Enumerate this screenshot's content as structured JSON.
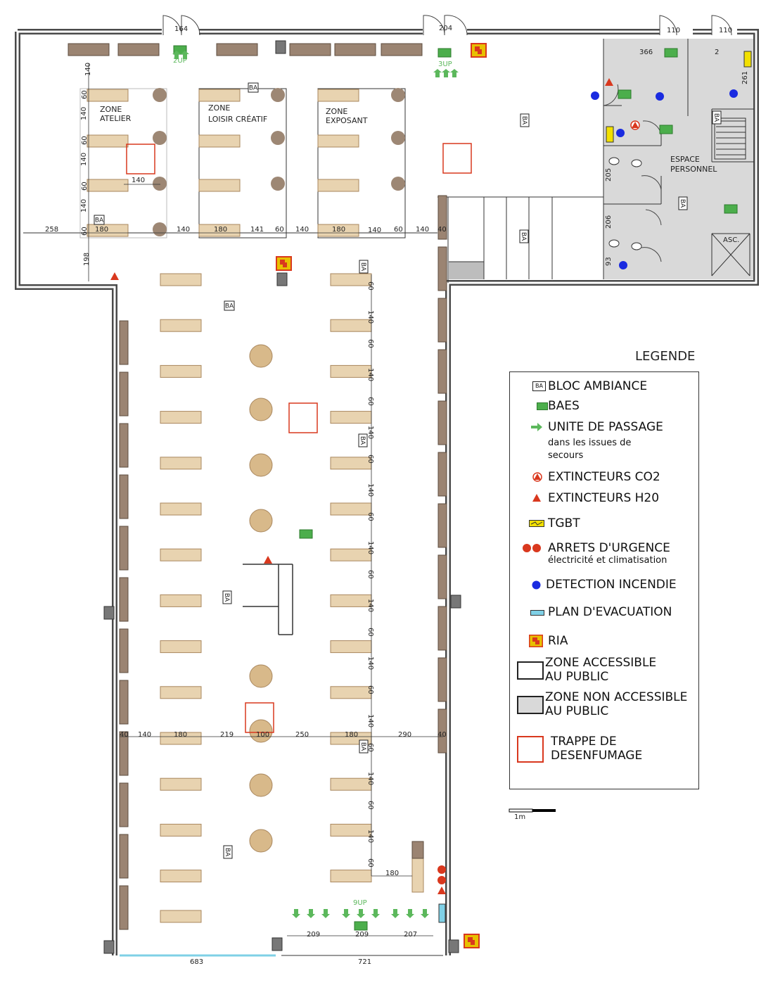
{
  "zones": {
    "atelier": [
      "ZONE",
      "ATELIER"
    ],
    "loisir": [
      "ZONE",
      "LOISIR CRÉATIF"
    ],
    "exposant": [
      "ZONE",
      "EXPOSANT"
    ],
    "personnel": [
      "ESPACE",
      "PERSONNEL"
    ],
    "asc": "ASC."
  },
  "up": {
    "top_left": "2UP",
    "top_right": "3UP",
    "bottom": "9UP"
  },
  "ba": "BA",
  "dims": {
    "door_left": "164",
    "door_mid": "204",
    "door_r1": "110",
    "door_r2": "110",
    "d366": "366",
    "d2": "2",
    "d261": "261",
    "d205": "205",
    "d206": "206",
    "d93": "93",
    "top_row": [
      "258",
      "180",
      "140",
      "180",
      "141",
      "60",
      "140",
      "180",
      "140",
      "60",
      "140",
      "40"
    ],
    "atelier_v": [
      "140",
      "140",
      "140",
      "140",
      "198"
    ],
    "atelier_60": [
      "60",
      "60",
      "60",
      "60"
    ],
    "atelier_140": "140",
    "hall_v": [
      "60",
      "140",
      "60",
      "140",
      "60",
      "140",
      "60",
      "140",
      "60",
      "140",
      "60",
      "140",
      "60",
      "140",
      "60",
      "140",
      "60",
      "140",
      "60",
      "140",
      "60"
    ],
    "mid_row": [
      "40",
      "140",
      "180",
      "219",
      "100",
      "250",
      "180",
      "290",
      "40"
    ],
    "d180b": "180",
    "bottom_doors": [
      "209",
      "209",
      "207"
    ],
    "bottom_width": [
      "683",
      "721"
    ]
  },
  "scale": "1m",
  "legend": {
    "title": "LEGENDE",
    "items": [
      {
        "label": "BLOC AMBIANCE",
        "sub": ""
      },
      {
        "label": "BAES",
        "sub": ""
      },
      {
        "label": "UNITE DE PASSAGE",
        "sub": "dans les issues de secours"
      },
      {
        "label": "EXTINCTEURS CO2",
        "sub": ""
      },
      {
        "label": "EXTINCTEURS H20",
        "sub": ""
      },
      {
        "label": "TGBT",
        "sub": ""
      },
      {
        "label": "ARRETS D'URGENCE",
        "sub": "électricité et climatisation"
      },
      {
        "label": "DETECTION INCENDIE",
        "sub": ""
      },
      {
        "label": "PLAN D'EVACUATION",
        "sub": ""
      },
      {
        "label": "RIA",
        "sub": ""
      },
      {
        "label": "ZONE ACCESSIBLE",
        "sub": "AU PUBLIC"
      },
      {
        "label": "ZONE NON ACCESSIBLE",
        "sub": "AU PUBLIC"
      },
      {
        "label": "TRAPPE DE",
        "sub": "DESENFUMAGE"
      }
    ]
  },
  "colors": {
    "wall": "#4a4a4a",
    "table": "#e8d3b0",
    "tableStroke": "#a9875e",
    "round": "#d8b98a",
    "roundDark": "#9d8774",
    "stand": "#9b8472",
    "baes": "#4cae4c",
    "arrow": "#5cb85c",
    "red": "#d9381e",
    "blue": "#1a2be0",
    "ria": "#e8c000",
    "tgbt": "#f2e000",
    "staff": "#d9d9d9",
    "evac": "#7fd0e6"
  }
}
